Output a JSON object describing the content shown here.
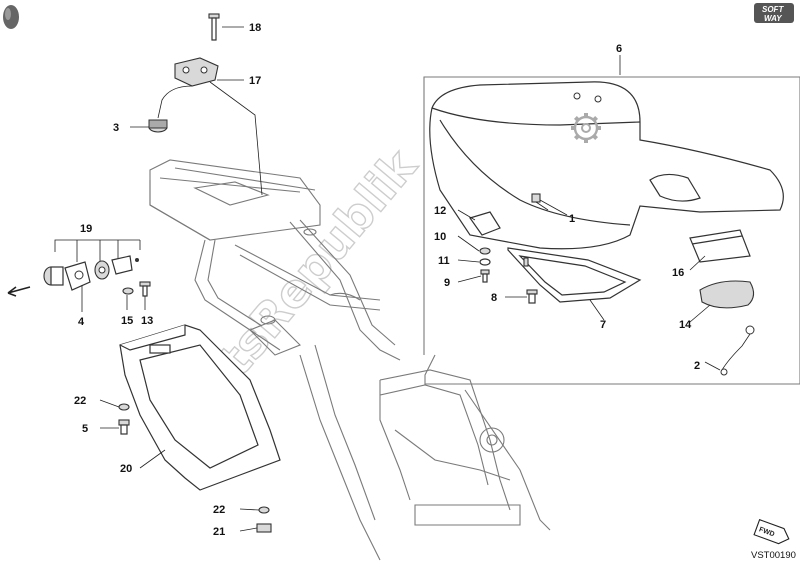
{
  "diagram": {
    "watermark": "PartsRepublik",
    "drawing_code": "VST00190",
    "badge": {
      "line1": "SOFT",
      "line2": "WAY"
    },
    "fwd_tag": "FWD",
    "callouts": [
      {
        "id": "18",
        "text": "18"
      },
      {
        "id": "17",
        "text": "17"
      },
      {
        "id": "3",
        "text": "3"
      },
      {
        "id": "19",
        "text": "19"
      },
      {
        "id": "4",
        "text": "4"
      },
      {
        "id": "15",
        "text": "15"
      },
      {
        "id": "13",
        "text": "13"
      },
      {
        "id": "6",
        "text": "6"
      },
      {
        "id": "1",
        "text": "1"
      },
      {
        "id": "12",
        "text": "12"
      },
      {
        "id": "10",
        "text": "10"
      },
      {
        "id": "11",
        "text": "11"
      },
      {
        "id": "9",
        "text": "9"
      },
      {
        "id": "8",
        "text": "8"
      },
      {
        "id": "7",
        "text": "7"
      },
      {
        "id": "16",
        "text": "16"
      },
      {
        "id": "14",
        "text": "14"
      },
      {
        "id": "2",
        "text": "2"
      },
      {
        "id": "22a",
        "text": "22"
      },
      {
        "id": "5",
        "text": "5"
      },
      {
        "id": "20",
        "text": "20"
      },
      {
        "id": "22b",
        "text": "22"
      },
      {
        "id": "21",
        "text": "21"
      }
    ]
  }
}
